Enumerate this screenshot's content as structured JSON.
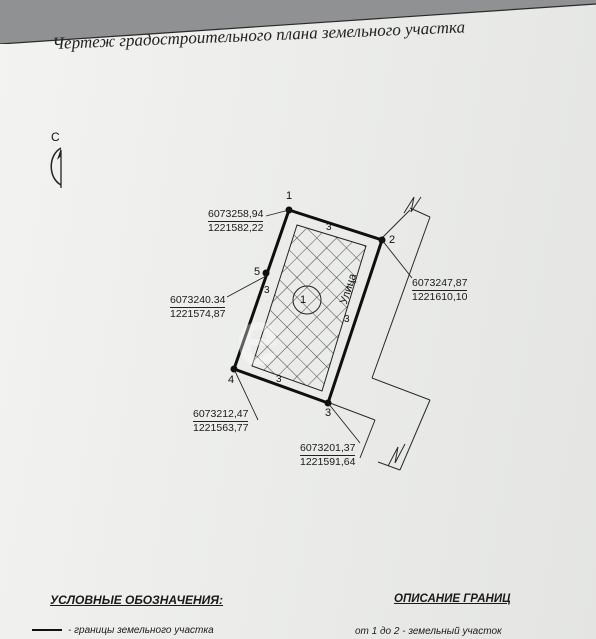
{
  "title": "Чертеж градостроительного плана земельного участка",
  "north_label": "С",
  "plot_label": "1",
  "street_label": "Улица",
  "points": [
    {
      "id": "1",
      "x": "6073258,94",
      "y": "1221582,22"
    },
    {
      "id": "2",
      "x": "6073247,87",
      "y": "1221610,10"
    },
    {
      "id": "3",
      "x": "6073201,37",
      "y": "1221591,64"
    },
    {
      "id": "4",
      "x": "6073212,47",
      "y": "1221563,77"
    },
    {
      "id": "5",
      "x": "6073240.34",
      "y": "1221574,87"
    }
  ],
  "setback_labels": [
    "3",
    "3",
    "3",
    "3"
  ],
  "watermark": "e",
  "legend": {
    "heading": "УСЛОВНЫЕ ОБОЗНАЧЕНИЯ:",
    "line1": "- границы земельного участка"
  },
  "description": {
    "heading": "ОПИСАНИЕ ГРАНИЦ",
    "line1": "от 1 до 2 - земельный участок"
  },
  "colors": {
    "ink": "#1a1a1a",
    "paper": "#eeeeec",
    "background": "#8f9192"
  }
}
